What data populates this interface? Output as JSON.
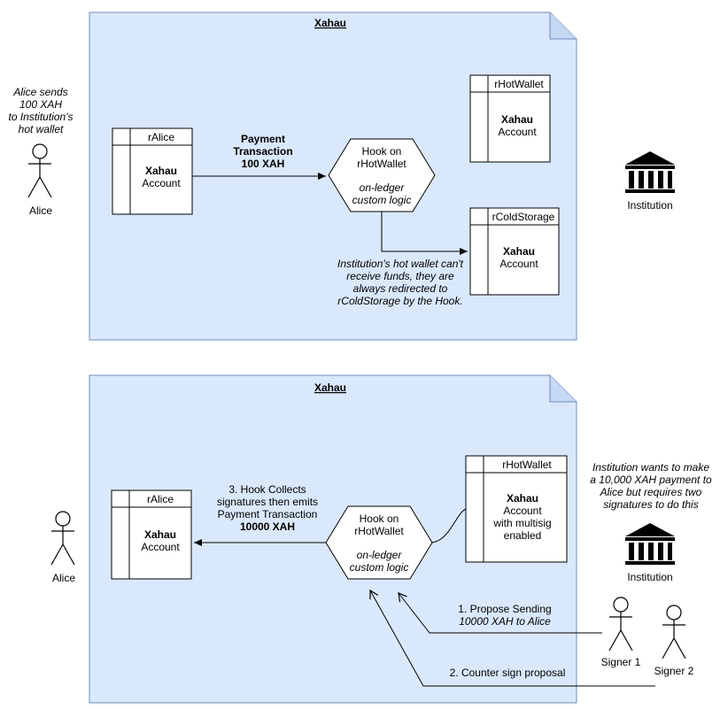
{
  "top": {
    "frame_title": "Xahau",
    "alice_note": [
      "Alice sends",
      "100 XAH",
      "to Institution's",
      "hot wallet"
    ],
    "alice_label": "Alice",
    "ralice": {
      "header": "rAlice",
      "line1": "Xahau",
      "line2": "Account"
    },
    "payment": [
      "Payment",
      "Transaction",
      "100 XAH"
    ],
    "hook": {
      "line1": "Hook on",
      "line2": "rHotWallet",
      "line3": "on-ledger",
      "line4": "custom logic"
    },
    "rhotwallet": {
      "header": "rHotWallet",
      "line1": "Xahau",
      "line2": "Account"
    },
    "rcoldstorage": {
      "header": "rColdStorage",
      "line1": "Xahau",
      "line2": "Account"
    },
    "redirect_note": [
      "Institution's hot wallet can't",
      "receive funds, they are",
      "always redirected to",
      "rColdStorage by the Hook."
    ],
    "institution_label": "Institution"
  },
  "bottom": {
    "frame_title": "Xahau",
    "alice_label": "Alice",
    "ralice": {
      "header": "rAlice",
      "line1": "Xahau",
      "line2": "Account"
    },
    "collect": [
      "3. Hook Collects",
      "signatures then emits",
      "Payment Transaction",
      "10000 XAH"
    ],
    "hook": {
      "line1": "Hook on",
      "line2": "rHotWallet",
      "line3": "on-ledger",
      "line4": "custom logic"
    },
    "rhotwallet": {
      "header": "rHotWallet",
      "line1": "Xahau",
      "line2": "Account",
      "line3": "with multisig",
      "line4": "enabled"
    },
    "institution_note": [
      "Institution wants to make",
      "a 10,000 XAH payment to",
      "Alice but requires two",
      "signatures to do this"
    ],
    "institution_label": "Institution",
    "propose": [
      "1. Propose Sending",
      "10000 XAH to Alice"
    ],
    "countersign": "2. Counter sign proposal",
    "signer1": "Signer 1",
    "signer2": "Signer 2"
  }
}
